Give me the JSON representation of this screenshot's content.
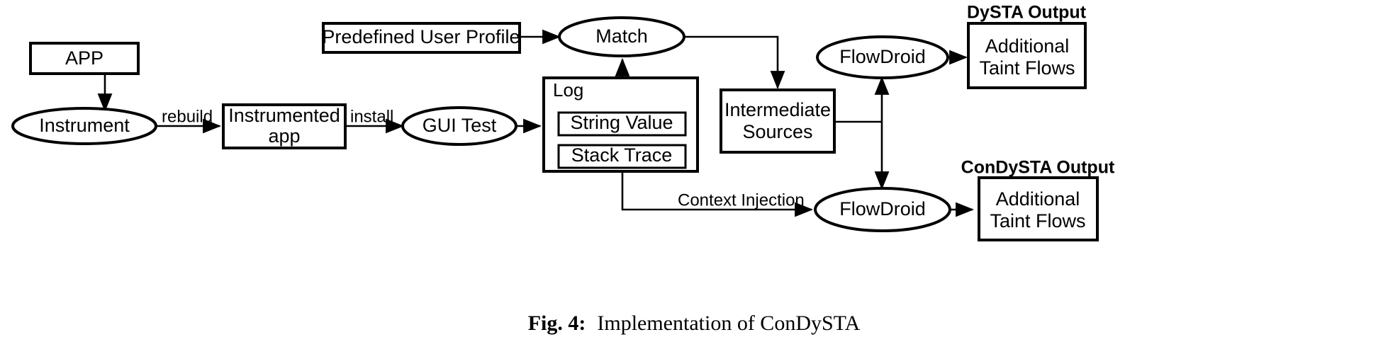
{
  "figure": {
    "caption_label": "Fig. 4:",
    "caption_text": "Implementation of ConDySTA"
  },
  "nodes": {
    "app": "APP",
    "instrument": "Instrument",
    "instrumented_app_line1": "Instrumented",
    "instrumented_app_line2": "app",
    "gui_test": "GUI Test",
    "predefined_user_profile": "Predefined User Profile",
    "match": "Match",
    "log": "Log",
    "string_value": "String Value",
    "stack_trace": "Stack Trace",
    "intermediate_sources_line1": "Intermediate",
    "intermediate_sources_line2": "Sources",
    "flowdroid_top": "FlowDroid",
    "flowdroid_bottom": "FlowDroid",
    "dysta_output_line1": "Additional",
    "dysta_output_line2": "Taint Flows",
    "condysta_output_line1": "Additional",
    "condysta_output_line2": "Taint Flows"
  },
  "group_titles": {
    "dysta_output": "DySTA Output",
    "condysta_output": "ConDySTA Output"
  },
  "edge_labels": {
    "rebuild": "rebuild",
    "install": "install",
    "context_injection": "Context Injection"
  },
  "colors": {
    "stroke": "#000000",
    "fill": "#ffffff",
    "background": "#ffffff"
  }
}
